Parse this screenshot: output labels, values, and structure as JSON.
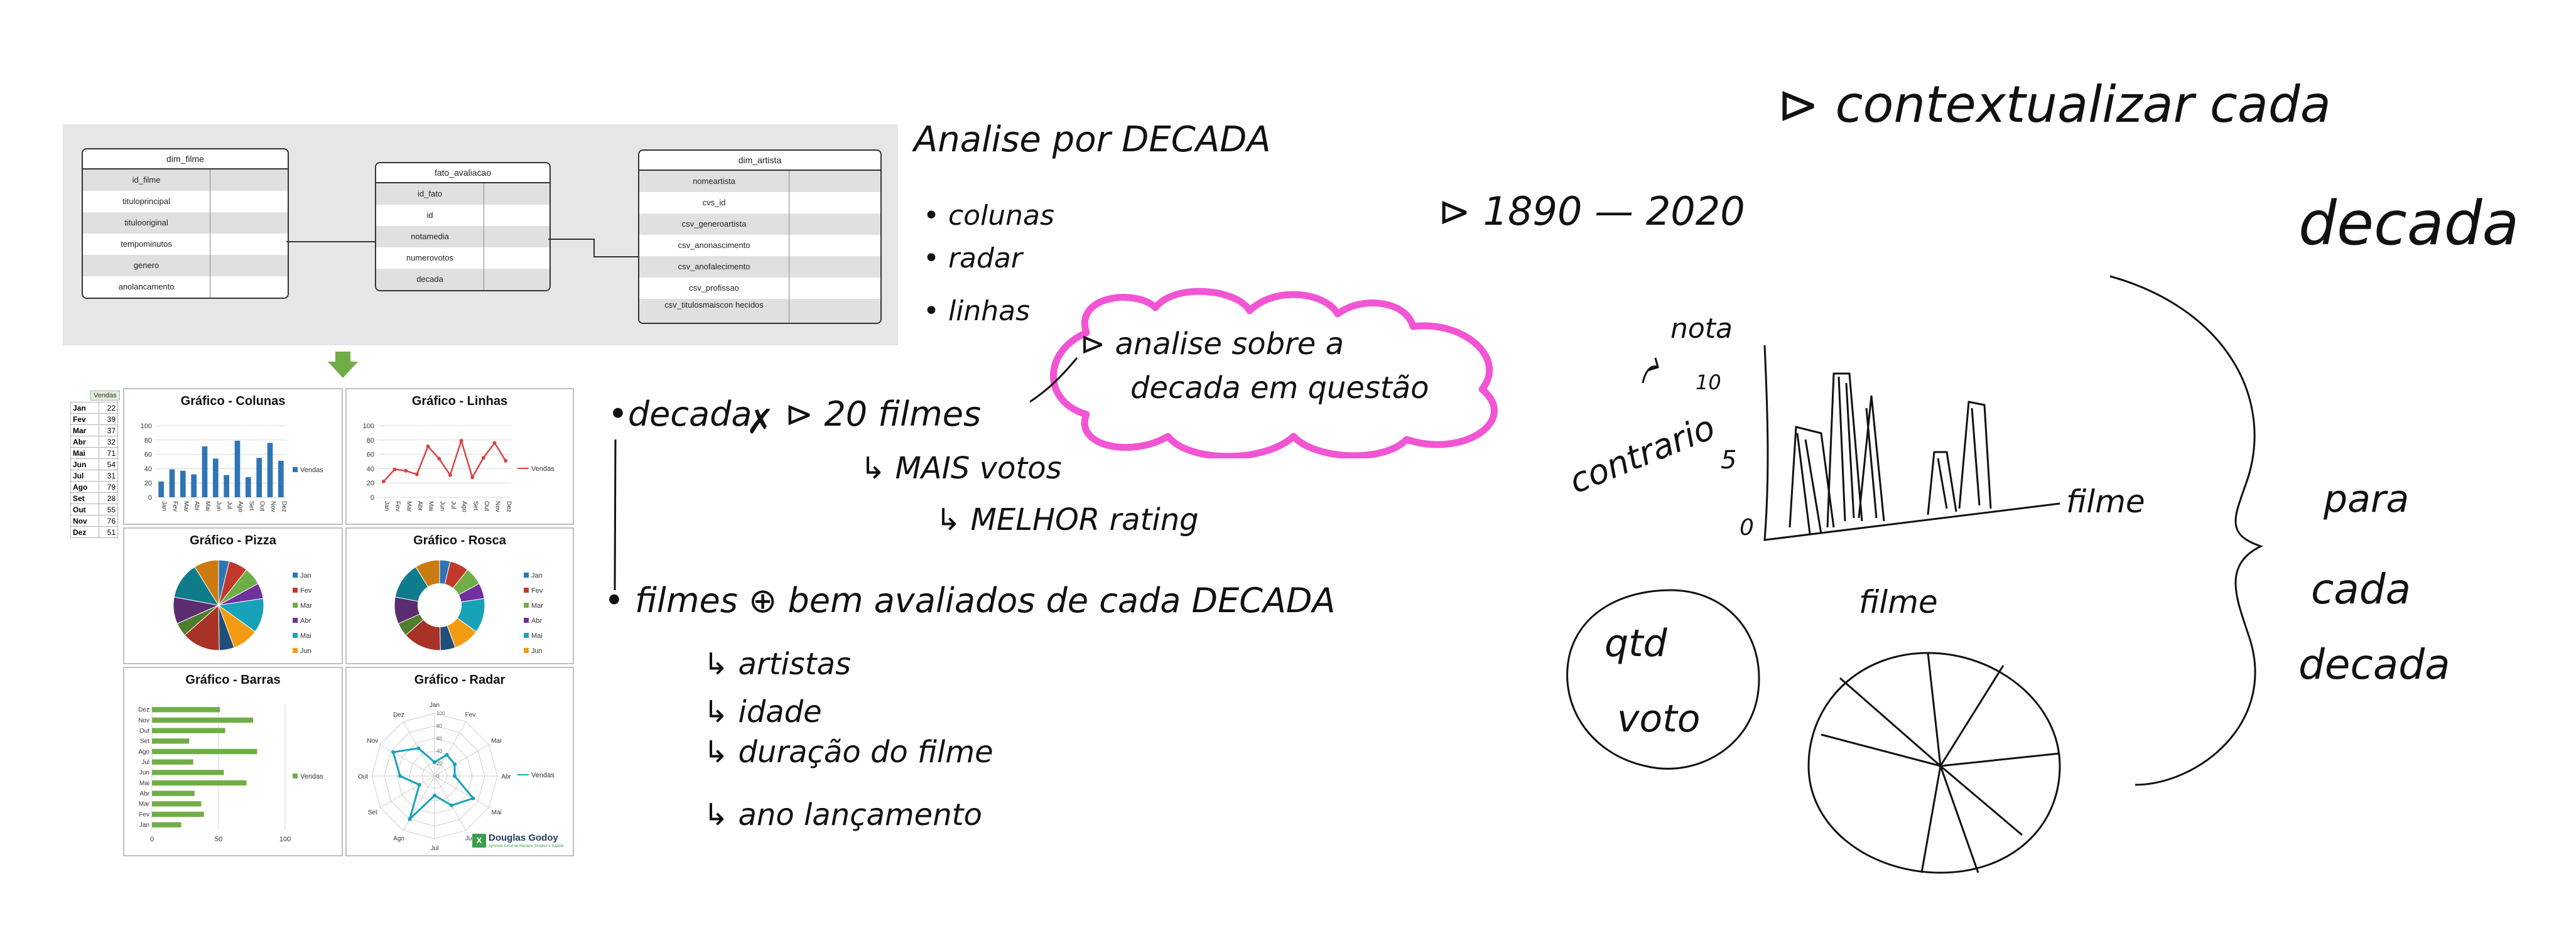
{
  "er": {
    "dim_filme": {
      "title": "dim_filme",
      "fields": [
        "id_filme",
        "tituloprincipal",
        "titulooriginal",
        "tempominutos",
        "genero",
        "anolancamento"
      ]
    },
    "fato_avaliacao": {
      "title": "fato_avaliacao",
      "fields": [
        "id_fato",
        "id",
        "notamedia",
        "numerovotos",
        "decada"
      ]
    },
    "dim_artista": {
      "title": "dim_artista",
      "fields": [
        "nomeartista",
        "cvs_id",
        "csv_generoartista",
        "csv_anonascimento",
        "csv_anofalecimento",
        "csv_profissao",
        "csv_titulosmaiscon hecidos"
      ]
    }
  },
  "dashboard": {
    "table_header": "Vendas",
    "months": [
      [
        "Jan",
        "22"
      ],
      [
        "Fev",
        "39"
      ],
      [
        "Mar",
        "37"
      ],
      [
        "Abr",
        "32"
      ],
      [
        "Mai",
        "71"
      ],
      [
        "Jun",
        "54"
      ],
      [
        "Jul",
        "31"
      ],
      [
        "Ago",
        "79"
      ],
      [
        "Set",
        "28"
      ],
      [
        "Out",
        "55"
      ],
      [
        "Nov",
        "76"
      ],
      [
        "Dez",
        "51"
      ]
    ],
    "legend_label": "Vendas",
    "titles": {
      "colunas": "Gráfico - Colunas",
      "linhas": "Gráfico - Linhas",
      "pizza": "Gráfico - Pizza",
      "rosca": "Gráfico - Rosca",
      "barras": "Gráfico - Barras",
      "radar": "Gráfico - Radar"
    },
    "legend_months": [
      "Jan",
      "Fev",
      "Mar",
      "Abr",
      "Mai",
      "Jun"
    ],
    "logo_text": "Douglas Godoy",
    "logo_sub": "Aprenda Excel de Maneira Simples e Rápida"
  },
  "chart_data": [
    {
      "type": "bar",
      "title": "Gráfico - Colunas",
      "categories": [
        "Jan",
        "Fev",
        "Mar",
        "Abr",
        "Mai",
        "Jun",
        "Jul",
        "Ago",
        "Set",
        "Out",
        "Nov",
        "Dez"
      ],
      "series": [
        {
          "name": "Vendas",
          "values": [
            22,
            39,
            37,
            32,
            71,
            54,
            31,
            79,
            28,
            55,
            76,
            51
          ]
        }
      ],
      "ylim": [
        0,
        100
      ],
      "yticks": [
        "0",
        "20",
        "40",
        "60",
        "80",
        "100"
      ],
      "color": "#2e75b6"
    },
    {
      "type": "line",
      "title": "Gráfico - Linhas",
      "categories": [
        "Jan",
        "Fev",
        "Mar",
        "Abr",
        "Mai",
        "Jun",
        "Jul",
        "Ago",
        "Set",
        "Out",
        "Nov",
        "Dez"
      ],
      "series": [
        {
          "name": "Vendas",
          "values": [
            22,
            39,
            37,
            32,
            71,
            54,
            31,
            79,
            28,
            55,
            76,
            51
          ]
        }
      ],
      "ylim": [
        0,
        100
      ],
      "yticks": [
        "0",
        "20",
        "40",
        "60",
        "80",
        "100"
      ],
      "color": "#d9443f"
    },
    {
      "type": "pie",
      "title": "Gráfico - Pizza",
      "categories": [
        "Jan",
        "Fev",
        "Mar",
        "Abr",
        "Mai",
        "Jun",
        "Jul",
        "Ago",
        "Set",
        "Out",
        "Nov",
        "Dez"
      ],
      "values": [
        22,
        39,
        37,
        32,
        71,
        54,
        31,
        79,
        28,
        55,
        76,
        51
      ]
    },
    {
      "type": "pie",
      "title": "Gráfico - Rosca",
      "categories": [
        "Jan",
        "Fev",
        "Mar",
        "Abr",
        "Mai",
        "Jun",
        "Jul",
        "Ago",
        "Set",
        "Out",
        "Nov",
        "Dez"
      ],
      "values": [
        22,
        39,
        37,
        32,
        71,
        54,
        31,
        79,
        28,
        55,
        76,
        51
      ]
    },
    {
      "type": "bar",
      "title": "Gráfico - Barras",
      "orientation": "horizontal",
      "categories": [
        "Dez",
        "Nov",
        "Out",
        "Set",
        "Ago",
        "Jul",
        "Jun",
        "Mai",
        "Abr",
        "Mar",
        "Fev",
        "Jan"
      ],
      "series": [
        {
          "name": "Vendas",
          "values": [
            51,
            76,
            55,
            28,
            79,
            31,
            54,
            71,
            32,
            37,
            39,
            22
          ]
        }
      ],
      "xlim": [
        0,
        100
      ],
      "xticks": [
        "0",
        "50",
        "100"
      ],
      "color": "#70ad47"
    },
    {
      "type": "radar",
      "title": "Gráfico - Radar",
      "categories": [
        "Jan",
        "Fev",
        "Mar",
        "Abr",
        "Mai",
        "Jun",
        "Jul",
        "Ago",
        "Set",
        "Out",
        "Nov",
        "Dez"
      ],
      "series": [
        {
          "name": "Vendas",
          "values": [
            22,
            39,
            37,
            32,
            71,
            54,
            31,
            79,
            28,
            55,
            76,
            51
          ]
        }
      ],
      "rlim": [
        0,
        100
      ],
      "rticks": [
        "0",
        "20",
        "40",
        "60",
        "80",
        "100"
      ],
      "color": "#17a2b8"
    }
  ],
  "palette": [
    "#2e75b6",
    "#c0392b",
    "#70ad47",
    "#7030a0",
    "#17a2b8",
    "#f39c12",
    "#1f4e79",
    "#a93226",
    "#4e7d2b",
    "#5b2c6f",
    "#0e7c8b",
    "#ca7a0e"
  ],
  "notes": {
    "title": "Analise por DECADA",
    "b1": "• colunas",
    "b2": "• radar",
    "b3": "• linhas",
    "cloud1": "⊳ analise sobre a",
    "cloud2": "decada em questão",
    "decada": "•decada",
    "x": "✗",
    "arrow20": "⊳ 20 filmes",
    "mais": "↳ MAIS votos",
    "melhor": "↳ MELHOR rating",
    "filmes": "• filmes ⊕ bem avaliados de cada DECADA",
    "artistas": "↳ artistas",
    "idade": "↳ idade",
    "duracao": "↳ duração do filme",
    "ano": "↳ ano lançamento",
    "range": "⊳ 1890 — 2020",
    "ctx1": "⊳ contextualizar cada",
    "ctx2": "decada",
    "nota": "nota",
    "dez": "10",
    "cinco": "5",
    "zero": "0",
    "contrario": "contrario",
    "filme1": "filme",
    "filme2": "filme",
    "qtd": "qtd",
    "voto": "voto",
    "para": "para",
    "cada": "cada",
    "decada2": "decada"
  }
}
